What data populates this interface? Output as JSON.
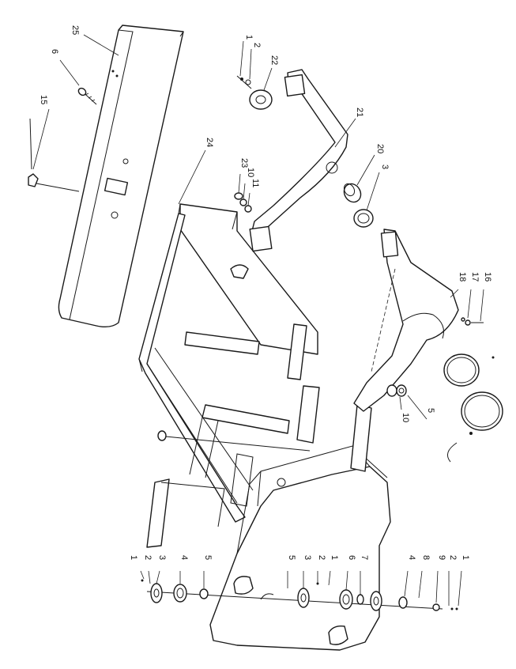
{
  "callouts": [
    {
      "label": "1"
    },
    {
      "label": "2"
    },
    {
      "label": "22"
    },
    {
      "label": "21"
    },
    {
      "label": "20"
    },
    {
      "label": "3"
    },
    {
      "label": "25"
    },
    {
      "label": "6"
    },
    {
      "label": "15"
    },
    {
      "label": "24"
    },
    {
      "label": "23"
    },
    {
      "label": "10"
    },
    {
      "label": "11"
    },
    {
      "label": "18"
    },
    {
      "label": "17"
    },
    {
      "label": "16"
    },
    {
      "label": "10"
    },
    {
      "label": "5"
    },
    {
      "label": "1"
    },
    {
      "label": "2"
    },
    {
      "label": "3"
    },
    {
      "label": "4"
    },
    {
      "label": "5"
    },
    {
      "label": "5"
    },
    {
      "label": "3"
    },
    {
      "label": "2"
    },
    {
      "label": "1"
    },
    {
      "label": "6"
    },
    {
      "label": "7"
    },
    {
      "label": "4"
    },
    {
      "label": "8"
    },
    {
      "label": "9"
    },
    {
      "label": "2"
    },
    {
      "label": "1"
    }
  ]
}
